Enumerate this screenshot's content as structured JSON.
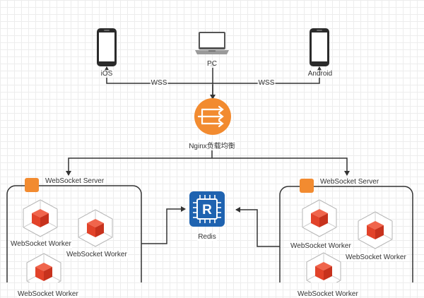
{
  "clients": {
    "ios": {
      "label": "iOS"
    },
    "pc": {
      "label": "PC"
    },
    "android": {
      "label": "Android"
    }
  },
  "connections": {
    "left_protocol": "WSS",
    "right_protocol": "WSS"
  },
  "load_balancer": {
    "label": "Nginx负载均衡",
    "color": "#F28B30"
  },
  "cache": {
    "label": "Redis",
    "color": "#1F63B0"
  },
  "servers": {
    "left": {
      "title": "WebSocket Server",
      "workers": [
        {
          "label": "WebSocket  Worker"
        },
        {
          "label": "WebSocket  Worker"
        },
        {
          "label": "WebSocket  Worker"
        }
      ]
    },
    "right": {
      "title": "WebSocket Server",
      "workers": [
        {
          "label": "WebSocket  Worker"
        },
        {
          "label": "WebSocket  Worker"
        },
        {
          "label": "WebSocket  Worker"
        }
      ]
    }
  },
  "colors": {
    "worker_red": "#E2432A",
    "server_tag": "#F28B30",
    "line": "#333333"
  }
}
